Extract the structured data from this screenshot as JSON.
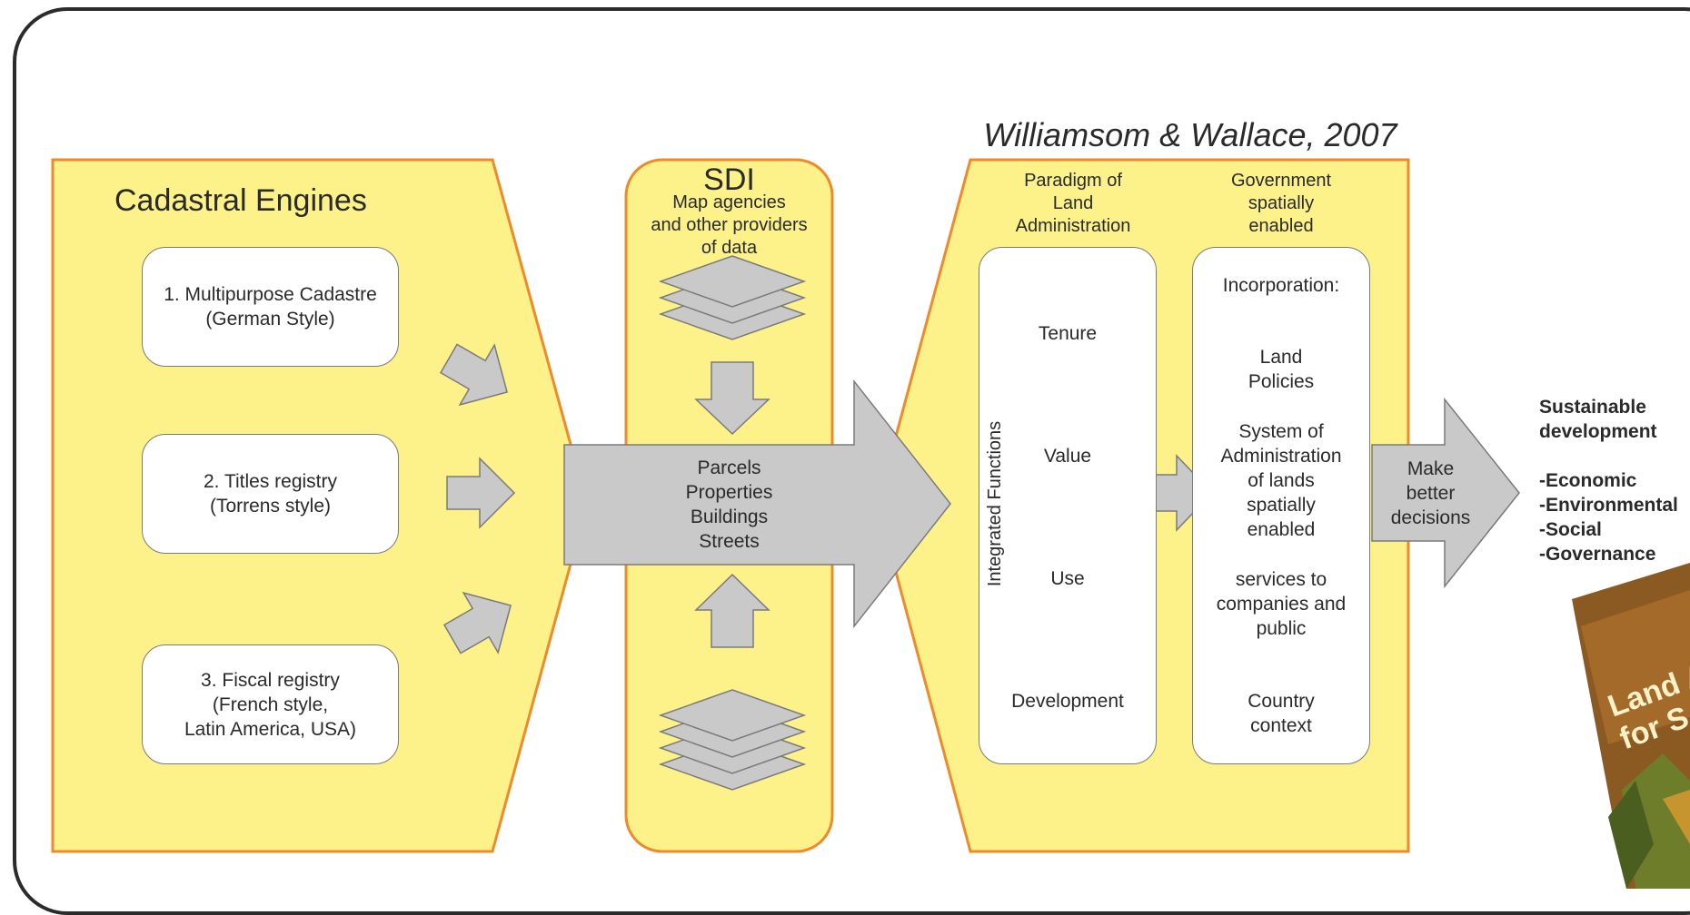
{
  "citation": "Williamsom & Wallace, 2007",
  "cadastral": {
    "title": "Cadastral Engines",
    "items": [
      "1. Multipurpose Cadastre\n(German Style)",
      "2. Titles registry\n(Torrens style)",
      "3. Fiscal registry\n(French style,\nLatin America, USA)"
    ]
  },
  "sdi": {
    "title": "SDI",
    "subtitle": "Map agencies\nand other providers\nof data"
  },
  "central_arrow": {
    "lines": "Parcels\nProperties\nBuildings\nStreets"
  },
  "paradigm": {
    "header": "Paradigm of\nLand\nAdministration",
    "side_label": "Integrated Functions",
    "functions": [
      "Tenure",
      "Value",
      "Use",
      "Development"
    ]
  },
  "government": {
    "header": "Government\nspatially\nenabled",
    "items": [
      "Incorporation:",
      "Land\nPolicies",
      "System of\nAdministration\nof lands\nspatially\nenabled",
      "services to\ncompanies and\npublic",
      "Country\ncontext"
    ]
  },
  "decision_arrow": {
    "label": "Make\nbetter\ndecisions"
  },
  "outcome": {
    "title": "Sustainable\ndevelopment",
    "items": [
      "-Economic",
      "-Environmental",
      "-Social",
      "-Governance"
    ]
  },
  "book": {
    "cover_text": "Land A\nfor S"
  },
  "colors": {
    "panel_fill": "#fdf18a",
    "panel_border": "#ef8a2a",
    "arrow_fill": "#c9c9c9",
    "arrow_border": "#7a7a7a"
  }
}
